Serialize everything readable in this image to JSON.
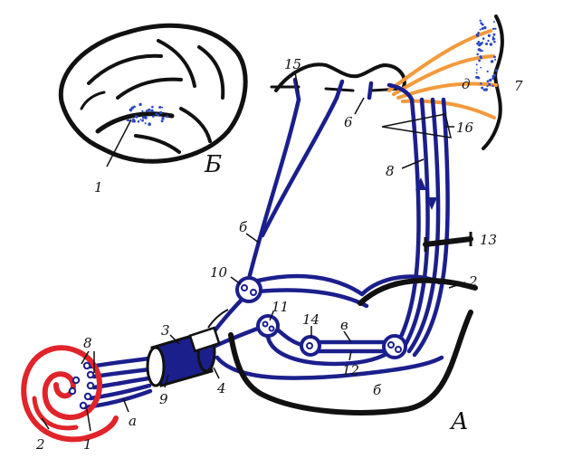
{
  "colors": {
    "pathway": "#1b1f8c",
    "cochlea": "#e0242a",
    "cortex_fibers": "#f39a3c",
    "outline": "#111111",
    "dots": "#2b48c4"
  },
  "labels": {
    "panel_a": "А",
    "panel_b": "Б",
    "n1_brain": "1",
    "n1": "1",
    "n2": "2",
    "n2_right": "2",
    "n3": "3",
    "n4": "4",
    "n6": "6",
    "n7": "7",
    "n8_left": "8",
    "n8_right": "8",
    "n9": "9",
    "n10": "10",
    "n11": "11",
    "n12": "12",
    "n13": "13",
    "n14": "14",
    "n15": "15",
    "n16": "16",
    "a": "а",
    "b_left": "б",
    "b_bottom": "б",
    "v": "в",
    "d": "д"
  }
}
